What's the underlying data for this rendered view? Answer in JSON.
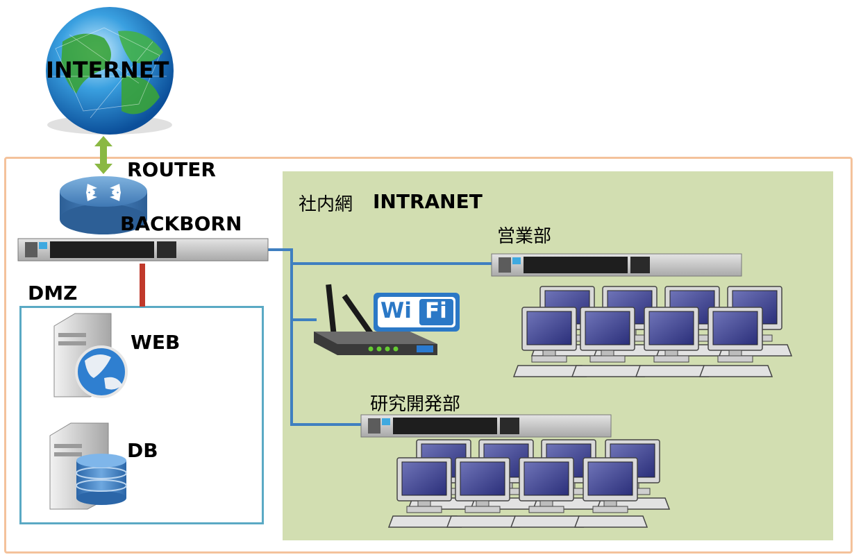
{
  "internet": {
    "label": "INTERNET"
  },
  "router": {
    "label": "ROUTER"
  },
  "backbone": {
    "label": "BACKBORN"
  },
  "dmz": {
    "label": "DMZ",
    "web_label": "WEB",
    "db_label": "DB"
  },
  "intranet": {
    "label_jp": "社内網",
    "label_en": "INTRANET"
  },
  "sales_dept": {
    "label": "営業部"
  },
  "rnd_dept": {
    "label": "研究開発部"
  },
  "wifi": {
    "badge_left": "Wi",
    "badge_right": "Fi"
  },
  "colors": {
    "outer_border": "#f4c29b",
    "intranet_bg": "#d2deb1",
    "dmz_border": "#5aa9c4",
    "dmz_link": "#c0392b",
    "lan_link": "#3f7fc0",
    "uplink_arrow": "#8ab843"
  },
  "icons": [
    "globe-icon",
    "router-icon",
    "switch-icon",
    "web-server-icon",
    "db-server-icon",
    "wifi-router-icon",
    "computer-icon"
  ]
}
